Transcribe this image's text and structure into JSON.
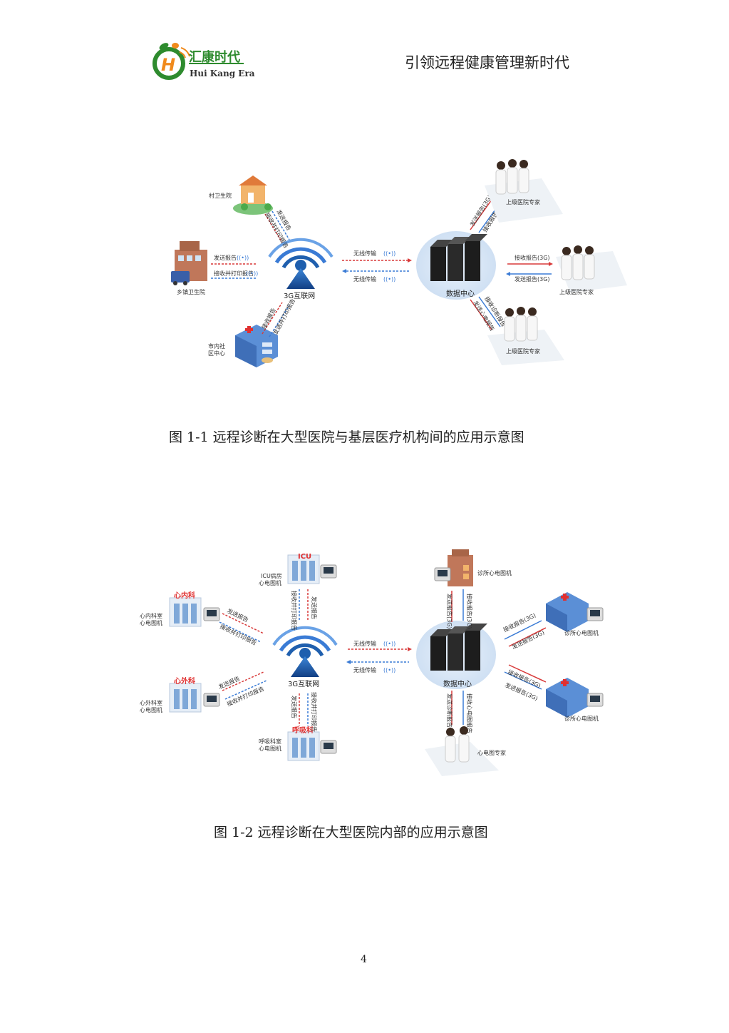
{
  "header": {
    "logo_cn": "汇康时代",
    "logo_en": "Hui Kang Era",
    "tagline": "引领远程健康管理新时代"
  },
  "figure1": {
    "caption": "图 1-1    远程诊断在大型医院与基层医疗机构间的应用示意图",
    "village_clinic": "村卫生院",
    "township_hospital": "乡镇卫生院",
    "community_center_line1": "市内社",
    "community_center_line2": "区中心",
    "network": "3G互联网",
    "data_center": "数据中心",
    "wireless_1": "无线传输",
    "wireless_2": "无线传输",
    "send_report": "发送报告",
    "receive_print": "接收并打印报告",
    "receive_3g": "接收报告(3G)",
    "send_3g": "发送报告(3G)",
    "expert_top": "上级医院专家",
    "expert_mid": "上级医院专家",
    "expert_bottom": "上级医院专家",
    "rot_village_a": "发送报告",
    "rot_village_b": "接收并打印报告",
    "rot_comm_a": "接收报告",
    "rot_comm_b": "发送并打印报告",
    "rot_top_a": "发送报告(3G)",
    "rot_top_b": "接收报告(3G)",
    "rot_bot_a": "发送心电报告",
    "rot_bot_b": "接收诊断报告"
  },
  "figure2": {
    "caption": "图 1-2    远程诊断在大型医院内部的应用示意图",
    "icu_sign": "ICU",
    "icu_line1": "ICU病房",
    "icu_line2": "心电图机",
    "cardio_sign": "心内科",
    "cardio_line1": "心内科室",
    "cardio_line2": "心电图机",
    "surgery_sign": "心外科",
    "surgery_line1": "心外科室",
    "surgery_line2": "心电图机",
    "resp_sign": "呼吸科",
    "resp_line1": "呼吸科室",
    "resp_line2": "心电图机",
    "network": "3G互联网",
    "data_center": "数据中心",
    "wireless_1": "无线传输",
    "wireless_2": "无线传输",
    "clinic_top": "诊所心电图机",
    "clinic_right_top": "诊所心电图机",
    "clinic_right_bottom": "诊所心电图机",
    "ecg_expert": "心电图专家",
    "send_report_1": "发送报告",
    "receive_print_1": "接收并打印报告",
    "send_report_2": "发送报告",
    "receive_print_2": "接收并打印报告",
    "rot_icu_a": "接收并打印报告",
    "rot_icu_b": "发送报告",
    "rot_resp_a": "发送报告",
    "rot_resp_b": "接收并打印报告",
    "rot_clinic_a": "发送报告(3G)",
    "rot_clinic_b": "接收报告(3G)",
    "rot_exp_a": "发送诊断报告",
    "rot_exp_b": "接收心电图报告",
    "receive_3g_1": "接收报告(3G)",
    "send_3g_1": "发送报告(3G)",
    "receive_3g_2": "接收报告(3G)",
    "send_3g_2": "发送报告(3G)"
  },
  "footer": {
    "page_number": "4"
  },
  "colors": {
    "brand_green": "#2e8b2e",
    "brand_orange": "#f08a1c",
    "arrow_red": "#d83a3a",
    "arrow_blue": "#3a7bd5",
    "hub_blue": "#1f5fae"
  }
}
